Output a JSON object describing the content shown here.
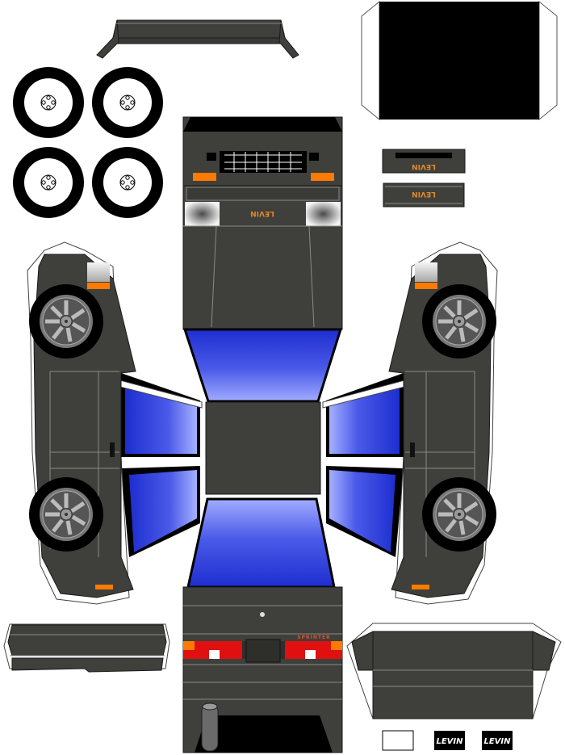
{
  "sheet": {
    "model_name": "LEVIN",
    "rear_model_name": "SPRINTER",
    "badge_left": "LEVIN",
    "badge_right": "LEVIN"
  },
  "colors": {
    "body": "#3f3f3b",
    "body_dark": "#2e2e2b",
    "outline": "#1a1a1a",
    "fold_line": "#8a8a86",
    "glass_light": "#9aa6ff",
    "glass_dark": "#1e2ecf",
    "turn_signal": "#ff7a00",
    "tail_light": "#e01010",
    "label_orange": "#e08a2a",
    "tyre": "#000000",
    "rim": "#ffffff"
  }
}
